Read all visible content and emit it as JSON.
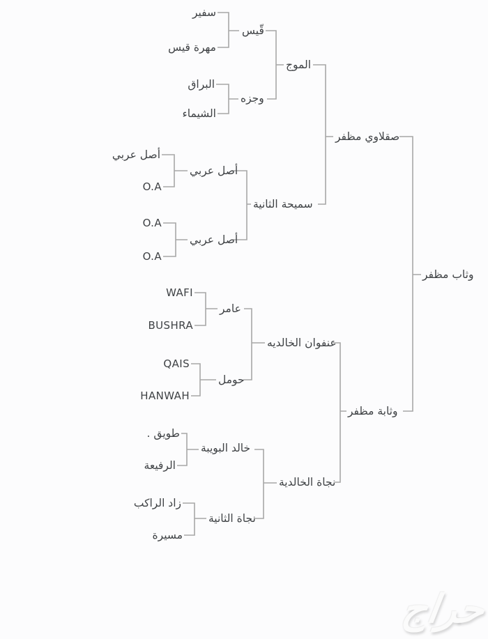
{
  "chart_type": "pedigree-tree",
  "orientation": "ancestors-left-subject-right",
  "pedigree": {
    "subject": {
      "label": "وثاب مظفر",
      "sire": {
        "label": "صقلاوي مظفر",
        "sire": {
          "label": "الموج",
          "sire": {
            "label": "قّيس",
            "sire": {
              "label": "سفير"
            },
            "dam": {
              "label": "مهرة قيس"
            }
          },
          "dam": {
            "label": "وجزه",
            "sire": {
              "label": "البراق"
            },
            "dam": {
              "label": "الشيماء"
            }
          }
        },
        "dam": {
          "label": "سميحة الثانية",
          "sire": {
            "label": "أصل عربي",
            "sire": {
              "label": "أصل عربي"
            },
            "dam": {
              "label": "O.A"
            }
          },
          "dam": {
            "label": "أصل عربي",
            "sire": {
              "label": "O.A"
            },
            "dam": {
              "label": "O.A"
            }
          }
        }
      },
      "dam": {
        "label": "وثابة مظفر",
        "sire": {
          "label": "عنفوان الخالديه",
          "sire": {
            "label": "عامر",
            "sire": {
              "label": "WAFI"
            },
            "dam": {
              "label": "BUSHRA"
            }
          },
          "dam": {
            "label": "حومل",
            "sire": {
              "label": "QAIS"
            },
            "dam": {
              "label": "HANWAH"
            }
          }
        },
        "dam": {
          "label": "نجاة الخالدية",
          "sire": {
            "label": "خالد البويبة",
            "sire": {
              "label": ". طويق"
            },
            "dam": {
              "label": "الرفيعة"
            }
          },
          "dam": {
            "label": "نجاة الثانية",
            "sire": {
              "label": "زاد الراكب"
            },
            "dam": {
              "label": "مسيرة"
            }
          }
        }
      }
    }
  },
  "watermark": {
    "text": "حراج"
  },
  "colors": {
    "line": "#a7a7a7",
    "text": "#3f4245",
    "background": "#fcfcfd",
    "watermark_text": "#fbfbfb"
  }
}
